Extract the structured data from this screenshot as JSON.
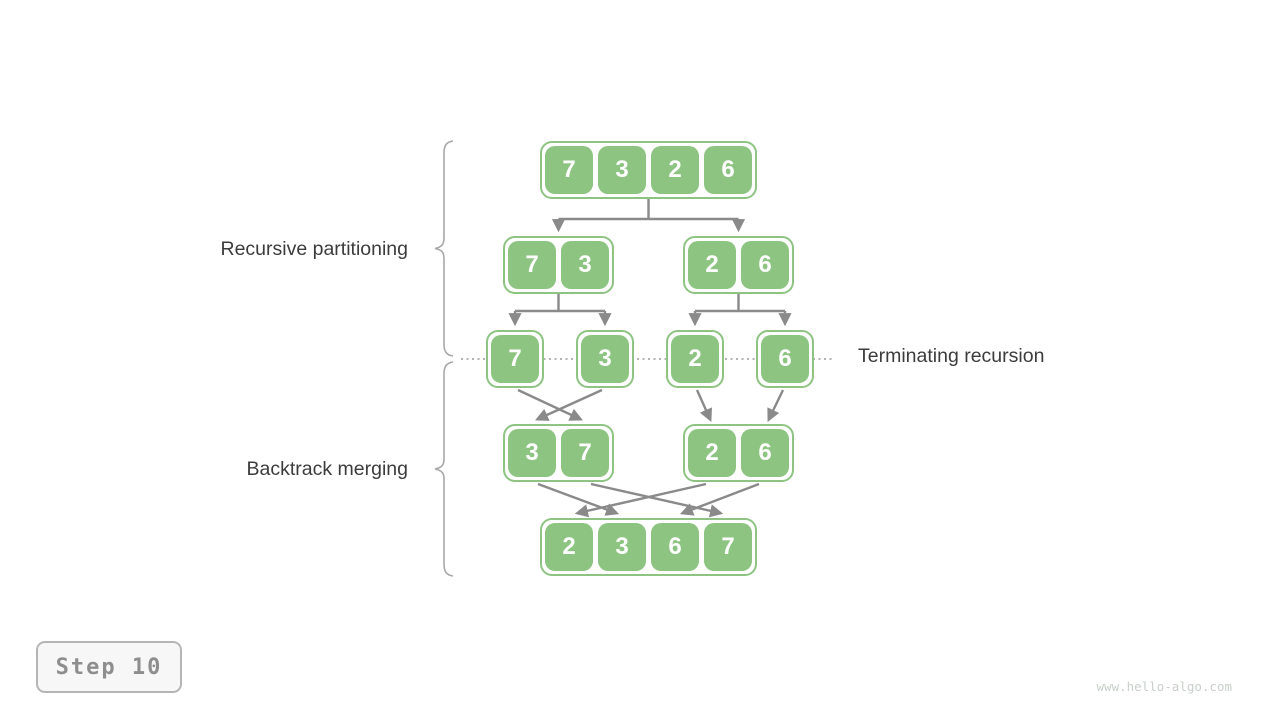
{
  "labels": {
    "recursive_partitioning": "Recursive partitioning",
    "terminating_recursion": "Terminating recursion",
    "backtrack_merging": "Backtrack merging"
  },
  "step_badge": "Step 10",
  "watermark": "www.hello-algo.com",
  "colors": {
    "cell_green": "#8ec482",
    "cell_text": "#ffffff",
    "arrow_gray": "#8a8a8a",
    "dotted_line_gray": "#9a9a9a",
    "brace_gray": "#a8a8a8",
    "label_text": "#3c3c3c",
    "badge_border": "#b5b5b5",
    "badge_background": "#f7f7f7",
    "badge_text": "#8e8e8e",
    "watermark_text": "#c9cfc9"
  },
  "arrays": {
    "level1": [
      "7",
      "3",
      "2",
      "6"
    ],
    "level2_left": [
      "7",
      "3"
    ],
    "level2_right": [
      "2",
      "6"
    ],
    "level3": [
      "7",
      "3",
      "2",
      "6"
    ],
    "level4_left": [
      "3",
      "7"
    ],
    "level4_right": [
      "2",
      "6"
    ],
    "level5": [
      "2",
      "3",
      "6",
      "7"
    ]
  }
}
